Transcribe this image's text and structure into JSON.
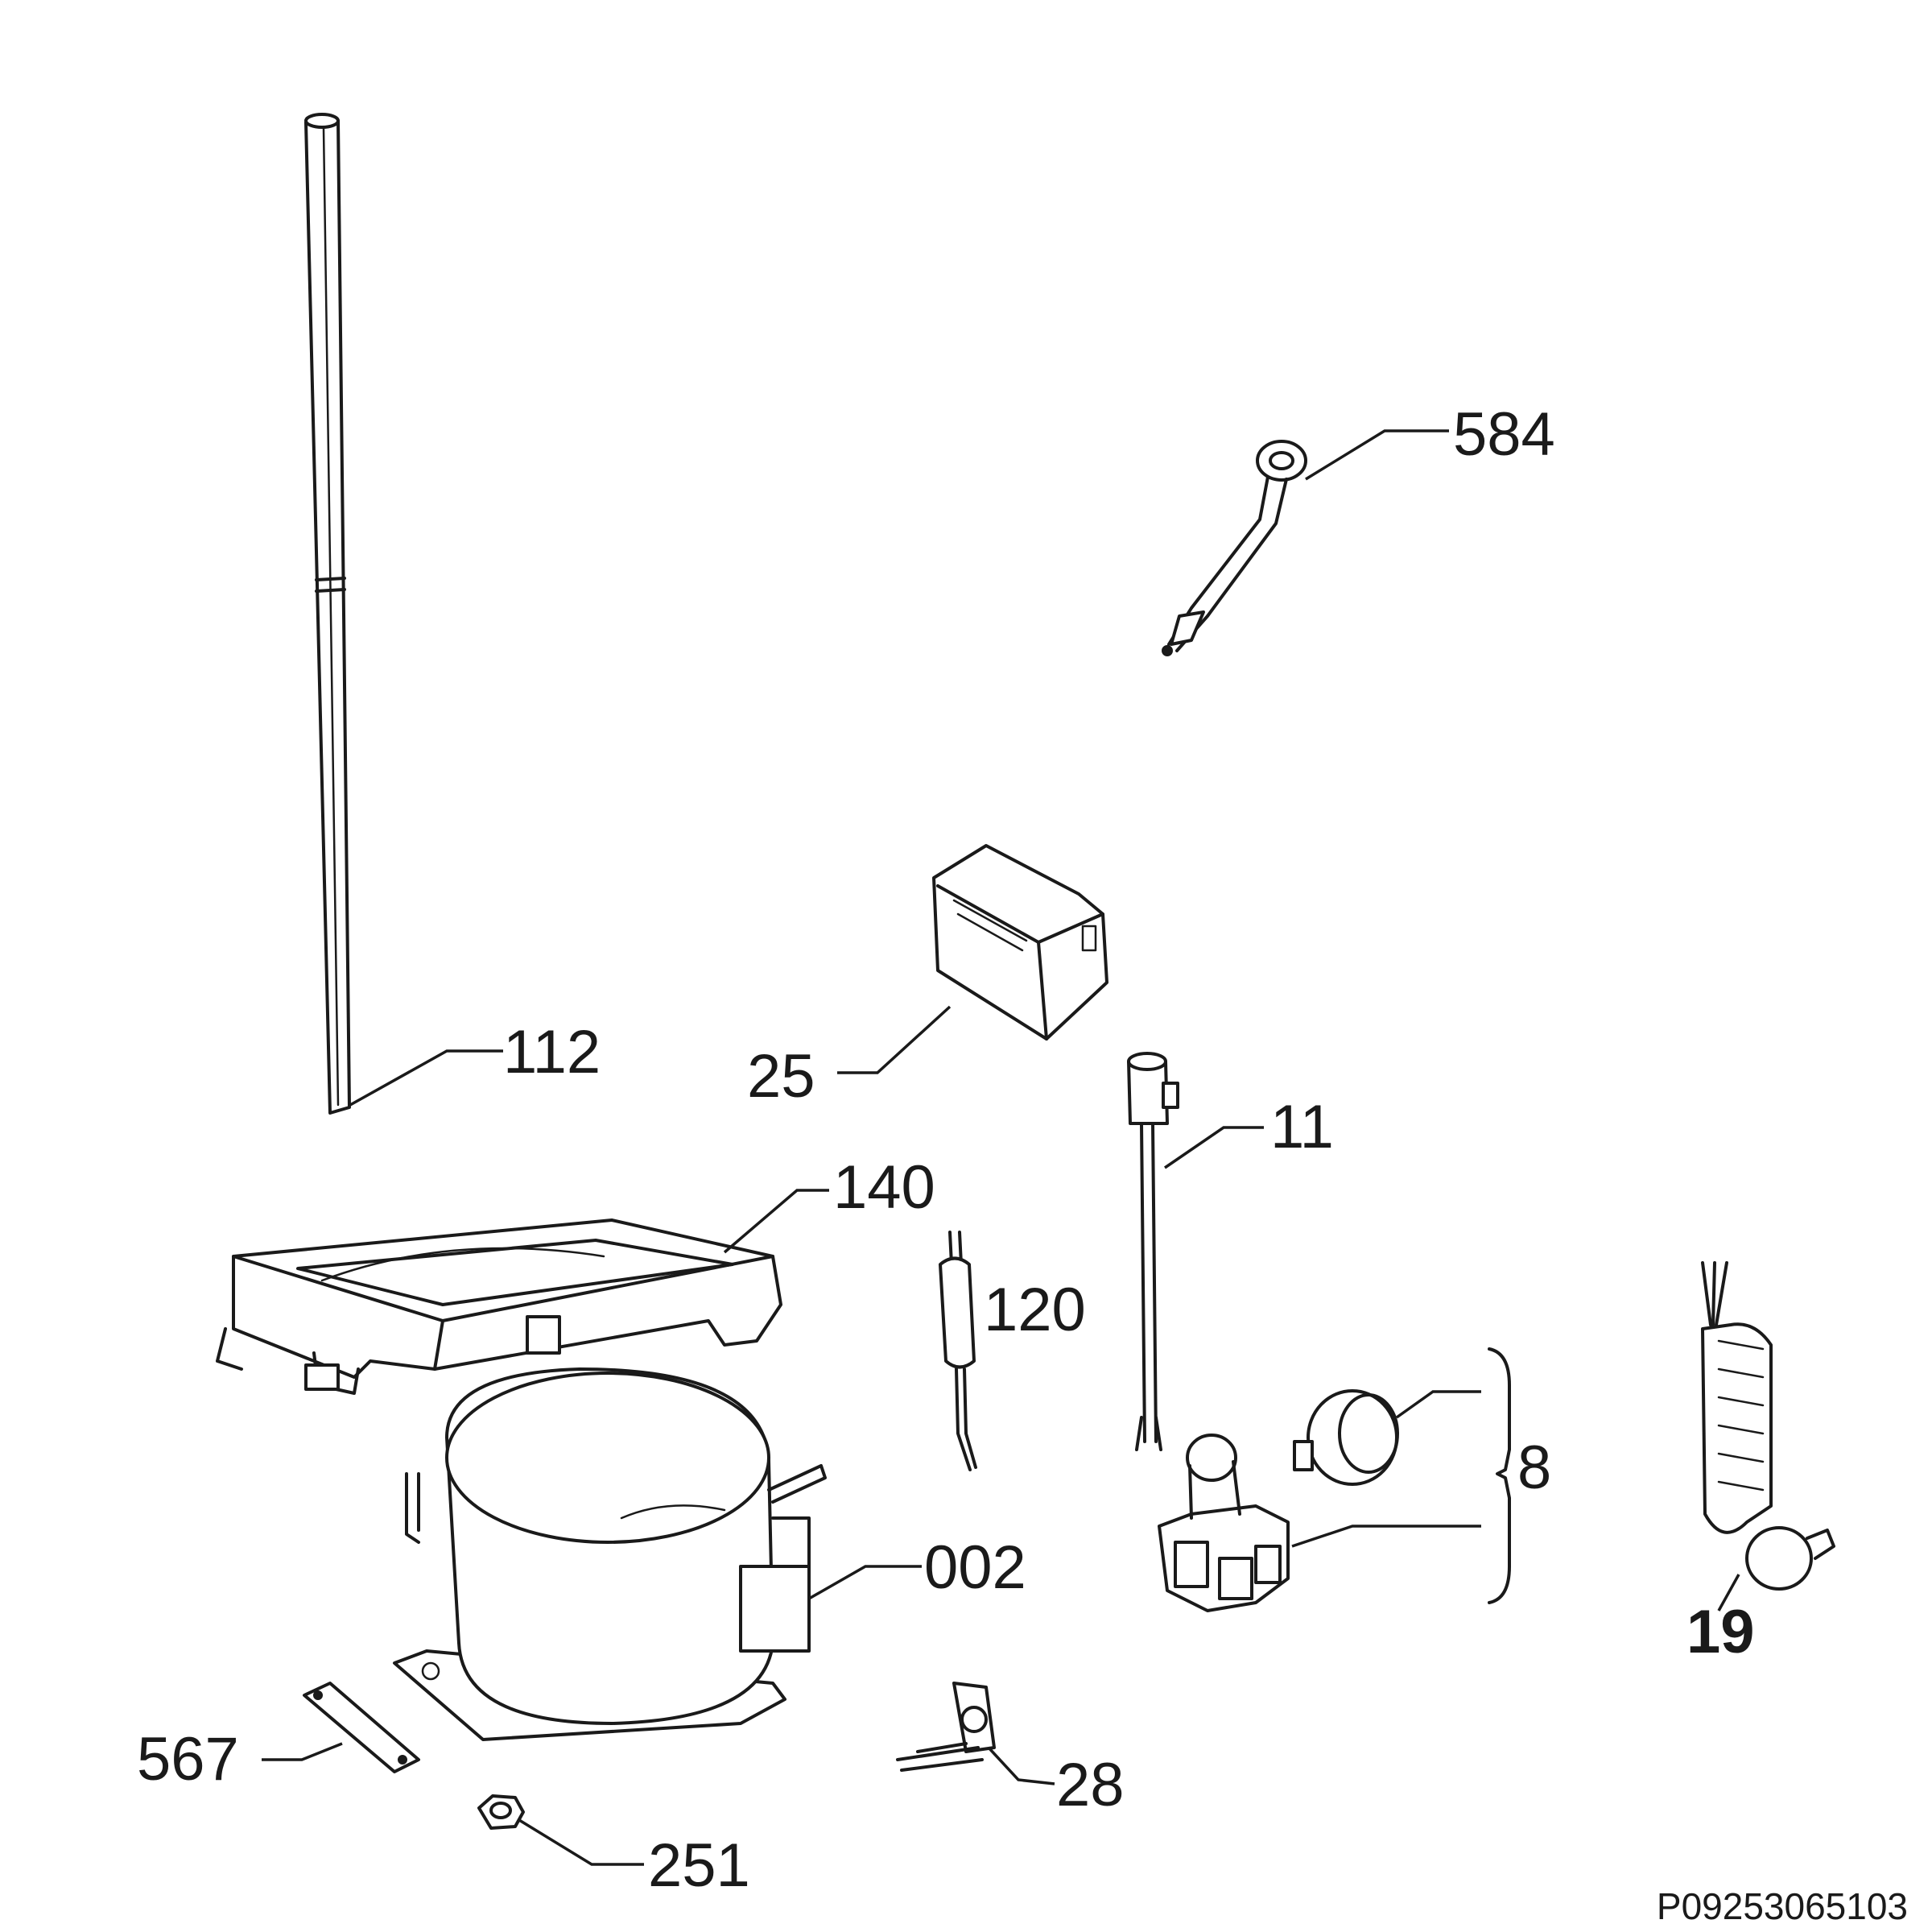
{
  "document_id": "P09253065103",
  "parts": [
    {
      "key": "p112",
      "label": "112",
      "bold": false
    },
    {
      "key": "p584",
      "label": "584",
      "bold": false
    },
    {
      "key": "p25",
      "label": "25",
      "bold": false
    },
    {
      "key": "p11",
      "label": "11",
      "bold": false
    },
    {
      "key": "p140",
      "label": "140",
      "bold": false
    },
    {
      "key": "p120",
      "label": "120",
      "bold": false
    },
    {
      "key": "p8",
      "label": "8",
      "bold": false
    },
    {
      "key": "p002",
      "label": "002",
      "bold": false
    },
    {
      "key": "p19",
      "label": "19",
      "bold": true
    },
    {
      "key": "p567",
      "label": "567",
      "bold": false
    },
    {
      "key": "p28",
      "label": "28",
      "bold": false
    },
    {
      "key": "p251",
      "label": "251",
      "bold": false
    }
  ]
}
